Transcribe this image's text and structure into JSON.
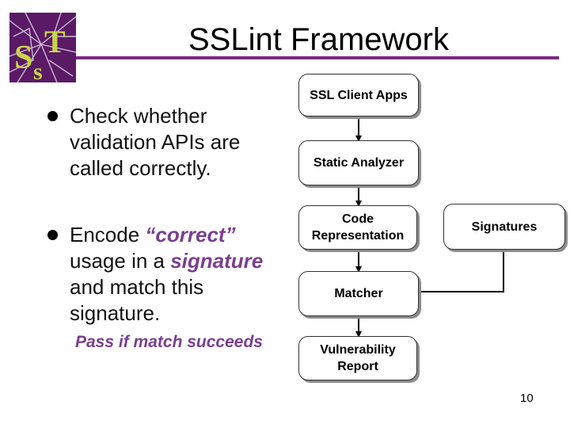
{
  "slide": {
    "title": "SSLint Framework",
    "page_number": "10",
    "accent_color": "#7a2a82",
    "logo": "S and T lettering on purple cracked-glass tile",
    "logo_icon": "sandt-logo-icon"
  },
  "bullets": [
    {
      "text": "Check whether validation APIs are called correctly."
    },
    {
      "prefix": "Encode ",
      "emph1": "“correct”",
      "middle": " usage in a ",
      "emph2": "signature",
      "suffix": " and match this signature."
    }
  ],
  "sub_bullet": "Pass if match succeeds",
  "diagram": {
    "boxes": [
      {
        "id": "ssl-client-apps",
        "label": "SSL Client Apps"
      },
      {
        "id": "static-analyzer",
        "label": "Static Analyzer"
      },
      {
        "id": "code-representation",
        "label": "Code Representation"
      },
      {
        "id": "signatures",
        "label": "Signatures"
      },
      {
        "id": "matcher",
        "label": "Matcher"
      },
      {
        "id": "vulnerability-report",
        "label": "Vulnerability Report"
      }
    ]
  }
}
